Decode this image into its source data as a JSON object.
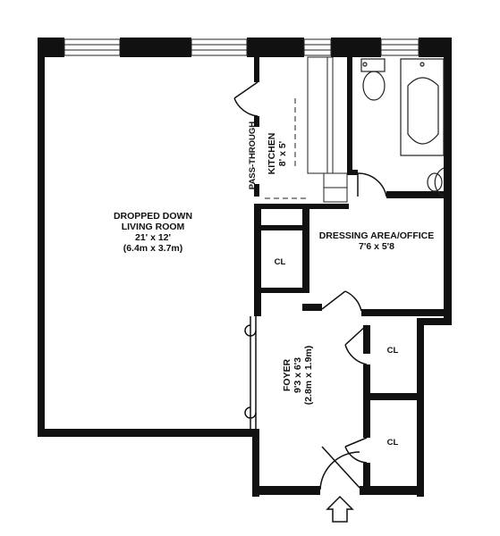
{
  "rooms": {
    "living": {
      "name_1": "DROPPED DOWN",
      "name_2": "LIVING ROOM",
      "dim_imperial": "21' x 12'",
      "dim_metric": "(6.4m x 3.7m)"
    },
    "kitchen": {
      "name": "KITCHEN",
      "dim": "8' x 5'"
    },
    "pass_through": {
      "name": "PASS-THROUGH"
    },
    "dressing": {
      "name": "DRESSING AREA/OFFICE",
      "dim": "7'6 x 5'8"
    },
    "foyer": {
      "name": "FOYER",
      "dim_imperial": "9'3 x 6'3",
      "dim_metric": "(2.8m x 1.9m)"
    },
    "closets": [
      "CL",
      "CL",
      "CL"
    ]
  },
  "colors": {
    "wall": "#111111",
    "line": "#222222",
    "window_fill": "#ffffff"
  },
  "icons": {
    "entrance": "up-arrow-outline-icon"
  }
}
